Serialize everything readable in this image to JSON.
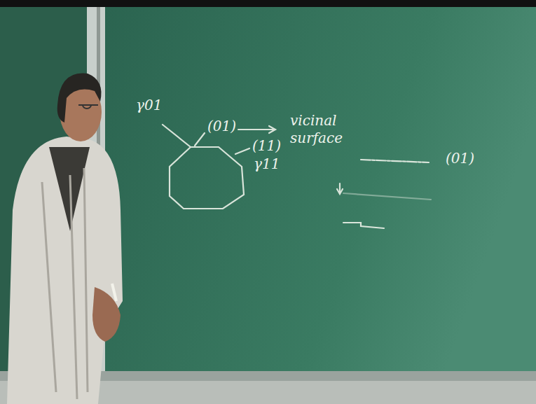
{
  "diagram": {
    "labels": [
      "γ01",
      "(01)",
      "vicinal surface",
      "(11)",
      "γ11",
      "(01)"
    ]
  }
}
